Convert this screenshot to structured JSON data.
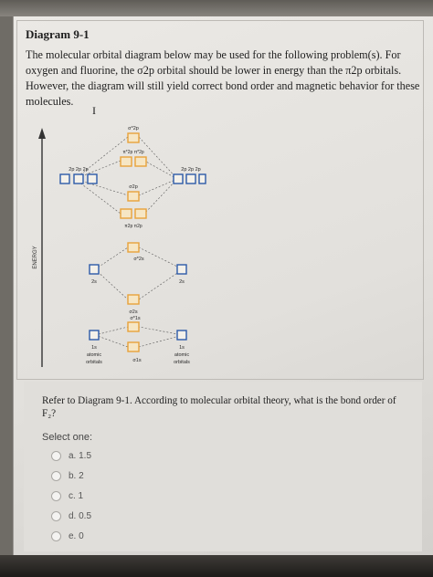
{
  "question_header": {
    "title": "Diagram 9-1",
    "intro_lines": [
      "The molecular orbital diagram below may be used for the following problem(s). For",
      "oxygen and fluorine, the σ2p orbital should be lower in energy than the π2p orbitals.",
      "However, the diagram will still yield correct bond order and magnetic behavior for these",
      "molecules."
    ],
    "cursor_glyph": "I"
  },
  "diagram": {
    "axis_label": "ENERGY",
    "mo_labels": {
      "sigma_star_2p": "σ*2p",
      "pi_star_2p": "π*2p  π*2p",
      "sigma_2p": "σ2p",
      "pi_2p": "π2p  π2p",
      "sigma_star_2s": "σ*2s",
      "sigma_2s": "σ2s",
      "sigma_star_1s": "σ*1s",
      "sigma_1s": "σ1s"
    },
    "ao_labels": {
      "left_2p": "2p  2p  2p",
      "right_2p": "2p  2p  2p",
      "left_2s": "2s",
      "right_2s": "2s",
      "left_1s": "1s",
      "right_1s": "1s",
      "atomic": "atomic",
      "orbitals": "orbitals"
    },
    "colors": {
      "ao_box": "#2c5aa8",
      "mo_box": "#e8a23a",
      "lines": "#555555"
    }
  },
  "question": {
    "text_line1": "Refer to Diagram 9-1. According to molecular orbital theory, what is the bond order of",
    "text_line2": "F₂?"
  },
  "answers": {
    "select_label": "Select one:",
    "options": [
      "a. 1.5",
      "b. 2",
      "c. 1",
      "d. 0.5",
      "e. 0"
    ]
  }
}
